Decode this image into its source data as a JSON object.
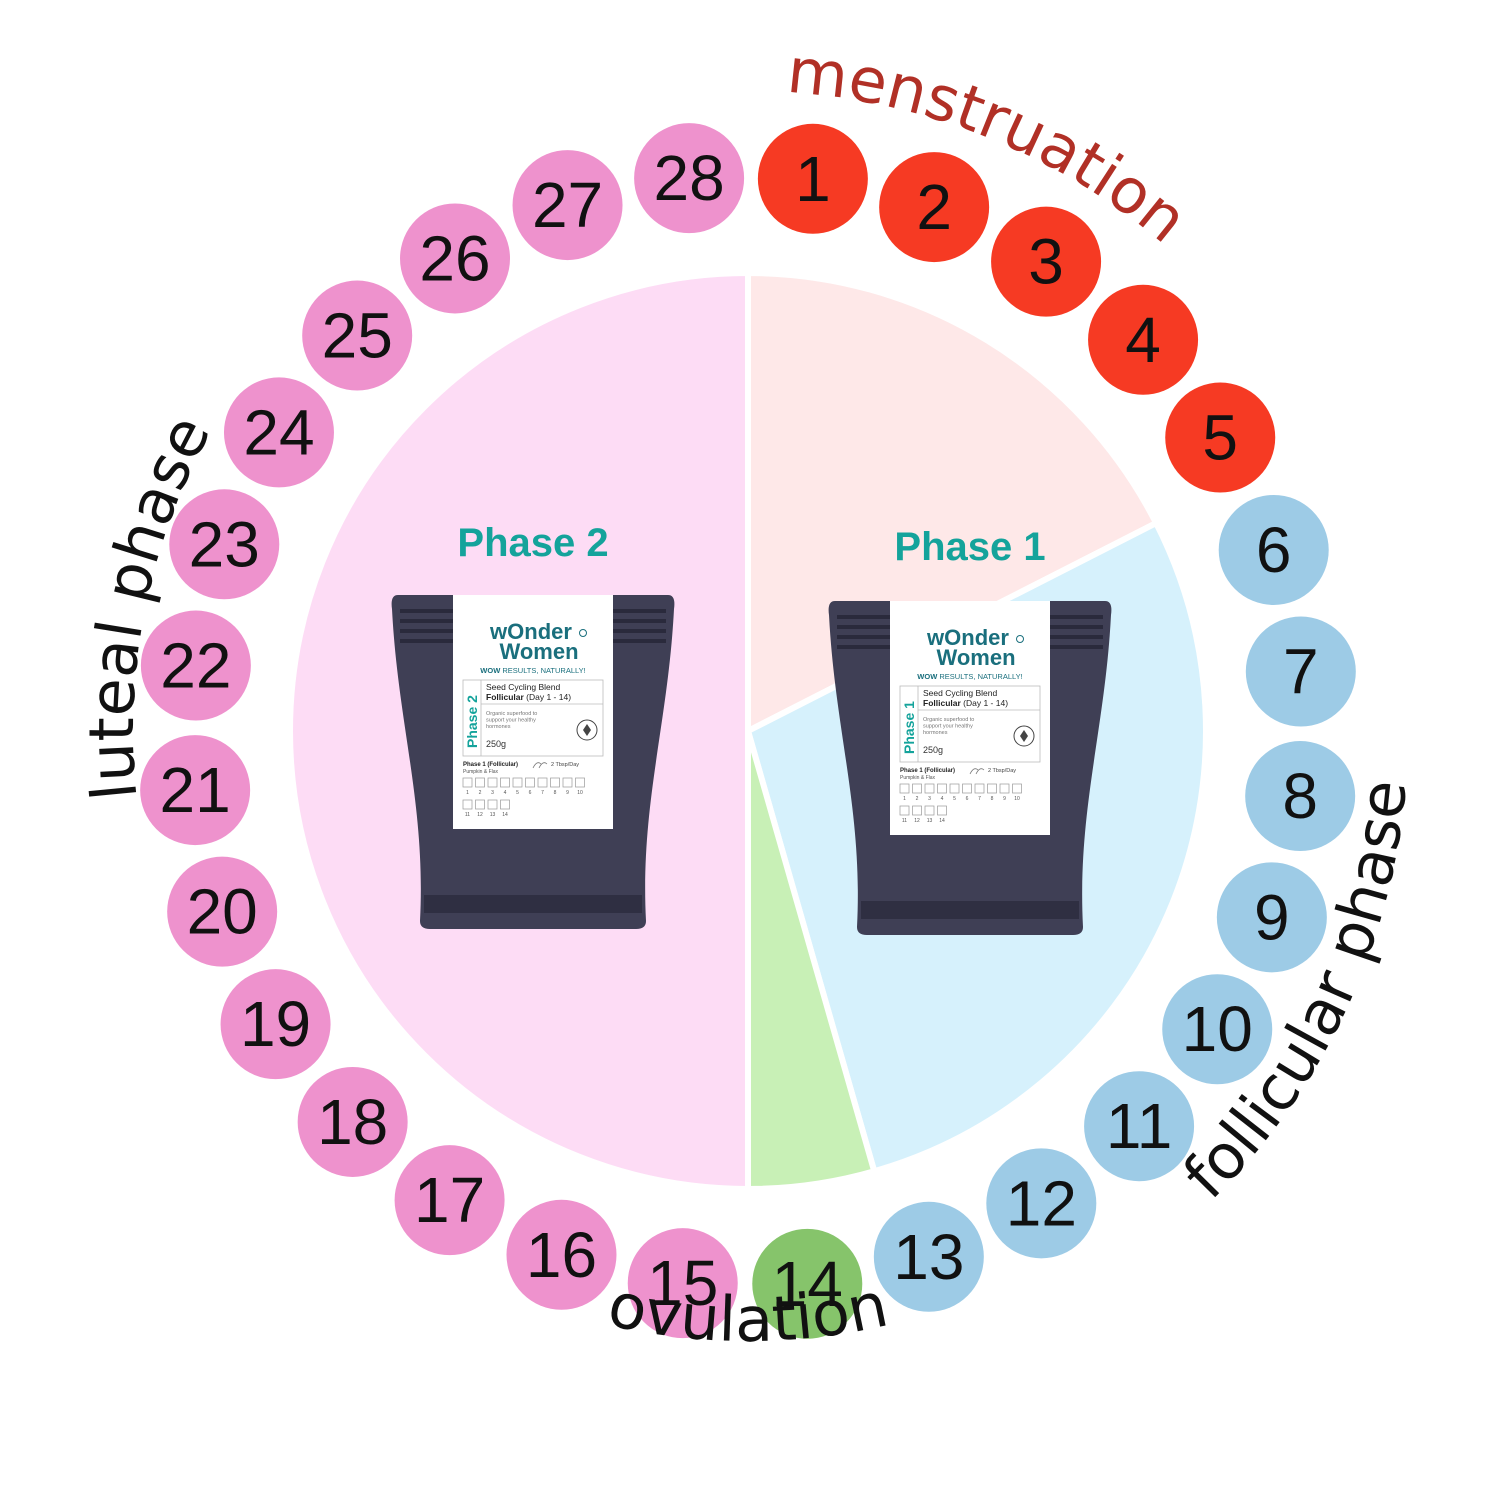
{
  "colors": {
    "menstruation": "#F63A23",
    "follicular": "#9DCBE6",
    "ovulation": "#86C46B",
    "luteal": "#EE92CD",
    "wedge_menstruation": "#FEE8E8",
    "wedge_follicular": "#D6F1FC",
    "wedge_ovulation": "#C8F0B6",
    "wedge_luteal": "#FDDCF5",
    "phase_title": "#14A39B",
    "menstruation_label": "#B13026",
    "brand": "#1A6F7D"
  },
  "cycle": {
    "days": [
      {
        "label": "1",
        "phase": "menstruation"
      },
      {
        "label": "2",
        "phase": "menstruation"
      },
      {
        "label": "3",
        "phase": "menstruation"
      },
      {
        "label": "4",
        "phase": "menstruation"
      },
      {
        "label": "5",
        "phase": "menstruation"
      },
      {
        "label": "6",
        "phase": "follicular"
      },
      {
        "label": "7",
        "phase": "follicular"
      },
      {
        "label": "8",
        "phase": "follicular"
      },
      {
        "label": "9",
        "phase": "follicular"
      },
      {
        "label": "10",
        "phase": "follicular"
      },
      {
        "label": "11",
        "phase": "follicular"
      },
      {
        "label": "12",
        "phase": "follicular"
      },
      {
        "label": "13",
        "phase": "follicular"
      },
      {
        "label": "14",
        "phase": "ovulation"
      },
      {
        "label": "15",
        "phase": "luteal"
      },
      {
        "label": "16",
        "phase": "luteal"
      },
      {
        "label": "17",
        "phase": "luteal"
      },
      {
        "label": "18",
        "phase": "luteal"
      },
      {
        "label": "19",
        "phase": "luteal"
      },
      {
        "label": "20",
        "phase": "luteal"
      },
      {
        "label": "21",
        "phase": "luteal"
      },
      {
        "label": "22",
        "phase": "luteal"
      },
      {
        "label": "23",
        "phase": "luteal"
      },
      {
        "label": "24",
        "phase": "luteal"
      },
      {
        "label": "25",
        "phase": "luteal"
      },
      {
        "label": "26",
        "phase": "luteal"
      },
      {
        "label": "27",
        "phase": "luteal"
      },
      {
        "label": "28",
        "phase": "luteal"
      }
    ]
  },
  "phase_labels": {
    "menstruation": "menstruation",
    "follicular": "follicular phase",
    "ovulation": "ovulation",
    "luteal": "luteal phase"
  },
  "products": [
    {
      "title": "Phase 2",
      "brand_line1": "wOnder",
      "brand_line2": "Women",
      "tagline_bold": "WOW",
      "tagline_rest": "RESULTS, NATURALLY!",
      "side_label": "Phase 2",
      "product_name": "Seed Cycling Blend",
      "phase_name": "Follicular",
      "day_range": "(Day 1 - 14)",
      "description": "Organic superfood to support your healthy hormones",
      "weight": "250g",
      "tracker_title": "Phase 1 (Follicular)",
      "tracker_seeds": "Pumpkin & Flax",
      "dosage": "2 Tbsp/Day",
      "tracker_days": [
        "1",
        "2",
        "3",
        "4",
        "5",
        "6",
        "7",
        "8",
        "9",
        "10",
        "11",
        "12",
        "13",
        "14"
      ]
    },
    {
      "title": "Phase 1",
      "brand_line1": "wOnder",
      "brand_line2": "Women",
      "tagline_bold": "WOW",
      "tagline_rest": "RESULTS, NATURALLY!",
      "side_label": "Phase 1",
      "product_name": "Seed Cycling Blend",
      "phase_name": "Follicular",
      "day_range": "(Day 1 - 14)",
      "description": "Organic superfood to support your healthy hormones",
      "weight": "250g",
      "tracker_title": "Phase 1 (Follicular)",
      "tracker_seeds": "Pumpkin & Flax",
      "dosage": "2 Tbsp/Day",
      "tracker_days": [
        "1",
        "2",
        "3",
        "4",
        "5",
        "6",
        "7",
        "8",
        "9",
        "10",
        "11",
        "12",
        "13",
        "14"
      ]
    }
  ]
}
